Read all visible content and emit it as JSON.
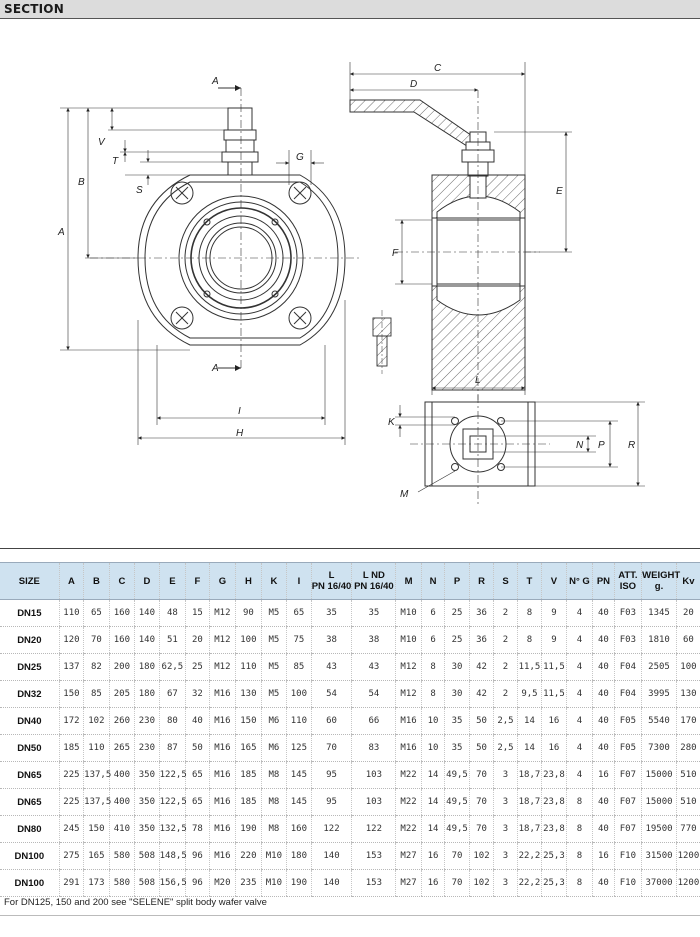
{
  "header": {
    "title": "SECTION"
  },
  "labels": {
    "A": "A",
    "B": "B",
    "V": "V",
    "T": "T",
    "S": "S",
    "G": "G",
    "I": "I",
    "H": "H",
    "C": "C",
    "D": "D",
    "E": "E",
    "F": "F",
    "L": "L",
    "K": "K",
    "N": "N",
    "P": "P",
    "R": "R",
    "M": "M"
  },
  "table": {
    "columns": [
      "SIZE",
      "A",
      "B",
      "C",
      "D",
      "E",
      "F",
      "G",
      "H",
      "K",
      "I",
      "L\nPN 16/40",
      "L ND\nPN 16/40",
      "M",
      "N",
      "P",
      "R",
      "S",
      "T",
      "V",
      "N° G",
      "PN",
      "ATT. ISO",
      "WEIGHT g.",
      "Kv"
    ],
    "rows": [
      [
        "DN15",
        "110",
        "65",
        "160",
        "140",
        "48",
        "15",
        "M12",
        "90",
        "M5",
        "65",
        "35",
        "35",
        "M10",
        "6",
        "25",
        "36",
        "2",
        "8",
        "9",
        "4",
        "40",
        "F03",
        "1345",
        "20"
      ],
      [
        "DN20",
        "120",
        "70",
        "160",
        "140",
        "51",
        "20",
        "M12",
        "100",
        "M5",
        "75",
        "38",
        "38",
        "M10",
        "6",
        "25",
        "36",
        "2",
        "8",
        "9",
        "4",
        "40",
        "F03",
        "1810",
        "60"
      ],
      [
        "DN25",
        "137",
        "82",
        "200",
        "180",
        "62,5",
        "25",
        "M12",
        "110",
        "M5",
        "85",
        "43",
        "43",
        "M12",
        "8",
        "30",
        "42",
        "2",
        "11,5",
        "11,5",
        "4",
        "40",
        "F04",
        "2505",
        "100"
      ],
      [
        "DN32",
        "150",
        "85",
        "205",
        "180",
        "67",
        "32",
        "M16",
        "130",
        "M5",
        "100",
        "54",
        "54",
        "M12",
        "8",
        "30",
        "42",
        "2",
        "9,5",
        "11,5",
        "4",
        "40",
        "F04",
        "3995",
        "130"
      ],
      [
        "DN40",
        "172",
        "102",
        "260",
        "230",
        "80",
        "40",
        "M16",
        "150",
        "M6",
        "110",
        "60",
        "66",
        "M16",
        "10",
        "35",
        "50",
        "2,5",
        "14",
        "16",
        "4",
        "40",
        "F05",
        "5540",
        "170"
      ],
      [
        "DN50",
        "185",
        "110",
        "265",
        "230",
        "87",
        "50",
        "M16",
        "165",
        "M6",
        "125",
        "70",
        "83",
        "M16",
        "10",
        "35",
        "50",
        "2,5",
        "14",
        "16",
        "4",
        "40",
        "F05",
        "7300",
        "280"
      ],
      [
        "DN65",
        "225",
        "137,5",
        "400",
        "350",
        "122,5",
        "65",
        "M16",
        "185",
        "M8",
        "145",
        "95",
        "103",
        "M22",
        "14",
        "49,5",
        "70",
        "3",
        "18,7",
        "23,8",
        "4",
        "16",
        "F07",
        "15000",
        "510"
      ],
      [
        "DN65",
        "225",
        "137,5",
        "400",
        "350",
        "122,5",
        "65",
        "M16",
        "185",
        "M8",
        "145",
        "95",
        "103",
        "M22",
        "14",
        "49,5",
        "70",
        "3",
        "18,7",
        "23,8",
        "8",
        "40",
        "F07",
        "15000",
        "510"
      ],
      [
        "DN80",
        "245",
        "150",
        "410",
        "350",
        "132,5",
        "78",
        "M16",
        "190",
        "M8",
        "160",
        "122",
        "122",
        "M22",
        "14",
        "49,5",
        "70",
        "3",
        "18,7",
        "23,8",
        "8",
        "40",
        "F07",
        "19500",
        "770"
      ],
      [
        "DN100",
        "275",
        "165",
        "580",
        "508",
        "148,5",
        "96",
        "M16",
        "220",
        "M10",
        "180",
        "140",
        "153",
        "M27",
        "16",
        "70",
        "102",
        "3",
        "22,2",
        "25,3",
        "8",
        "16",
        "F10",
        "31500",
        "1200"
      ],
      [
        "DN100",
        "291",
        "173",
        "580",
        "508",
        "156,5",
        "96",
        "M20",
        "235",
        "M10",
        "190",
        "140",
        "153",
        "M27",
        "16",
        "70",
        "102",
        "3",
        "22,2",
        "25,3",
        "8",
        "40",
        "F10",
        "37000",
        "1200"
      ]
    ]
  },
  "note": "For DN125, 150 and 200 see \"SELENE\" split body wafer valve"
}
